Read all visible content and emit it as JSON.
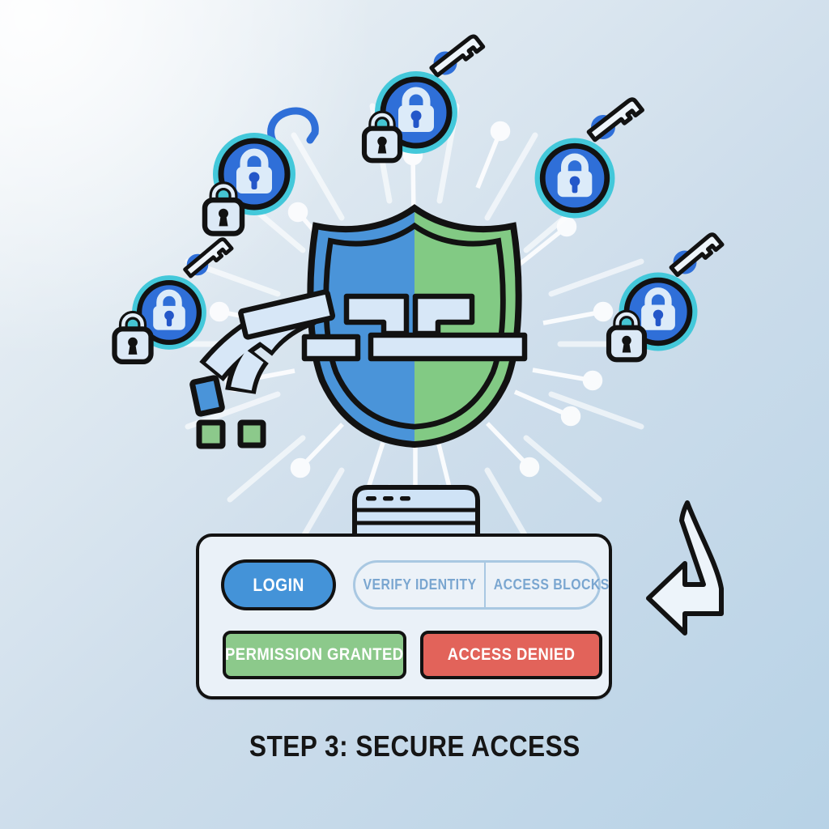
{
  "title": "STEP 3: SECURE ACCESS",
  "panel": {
    "login_label": "LOGIN",
    "verify_identity_label": "VERIFY IDENTITY",
    "access_blocks_label": "ACCESS BLOCKS",
    "permission_granted_label": "PERMISSION GRANTED",
    "access_denied_label": "ACCESS DENIED"
  },
  "icons": {
    "shield": "shield-icon",
    "big_lock": "padlock-circle-icon",
    "small_lock": "small-padlock-icon",
    "key": "key-icon",
    "open_shackle": "open-shackle-icon",
    "server": "server-icon",
    "arrow": "curved-arrow-icon",
    "blocks": "data-block-chain",
    "arcs": "data-arc-segments",
    "network": "network-lines",
    "rays": "sunburst-rays"
  },
  "colors": {
    "background_top": "#f3f6f9",
    "background_bottom": "#b7d2e6",
    "shield_blue": "#4a94d9",
    "shield_green": "#82ca84",
    "accent_cyan": "#43c8da",
    "lock_circle_blue": "#2f6fd8",
    "block_light": "#d7e7f7",
    "button_blue": "#4493d8",
    "button_green": "#8cc98b",
    "button_red": "#e2635a",
    "ghost_border": "#a9c8e2",
    "ghost_text": "#7aa6d0",
    "outline_black": "#121212",
    "panel_background": "#eaf1f8"
  }
}
